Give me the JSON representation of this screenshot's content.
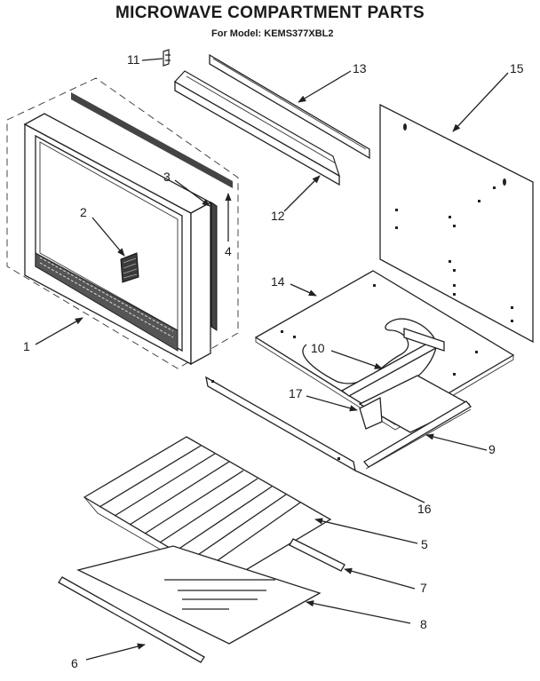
{
  "header": {
    "title": "MICROWAVE COMPARTMENT PARTS",
    "subtitle": "For Model: KEMS377XBL2"
  },
  "callouts": {
    "c1": "1",
    "c2": "2",
    "c3": "3",
    "c4": "4",
    "c5": "5",
    "c6": "6",
    "c7": "7",
    "c8": "8",
    "c9": "9",
    "c10": "10",
    "c11": "11",
    "c12": "12",
    "c13": "13",
    "c14": "14",
    "c15": "15",
    "c16": "16",
    "c17": "17"
  },
  "colors": {
    "ink": "#222222",
    "paper": "#ffffff"
  }
}
